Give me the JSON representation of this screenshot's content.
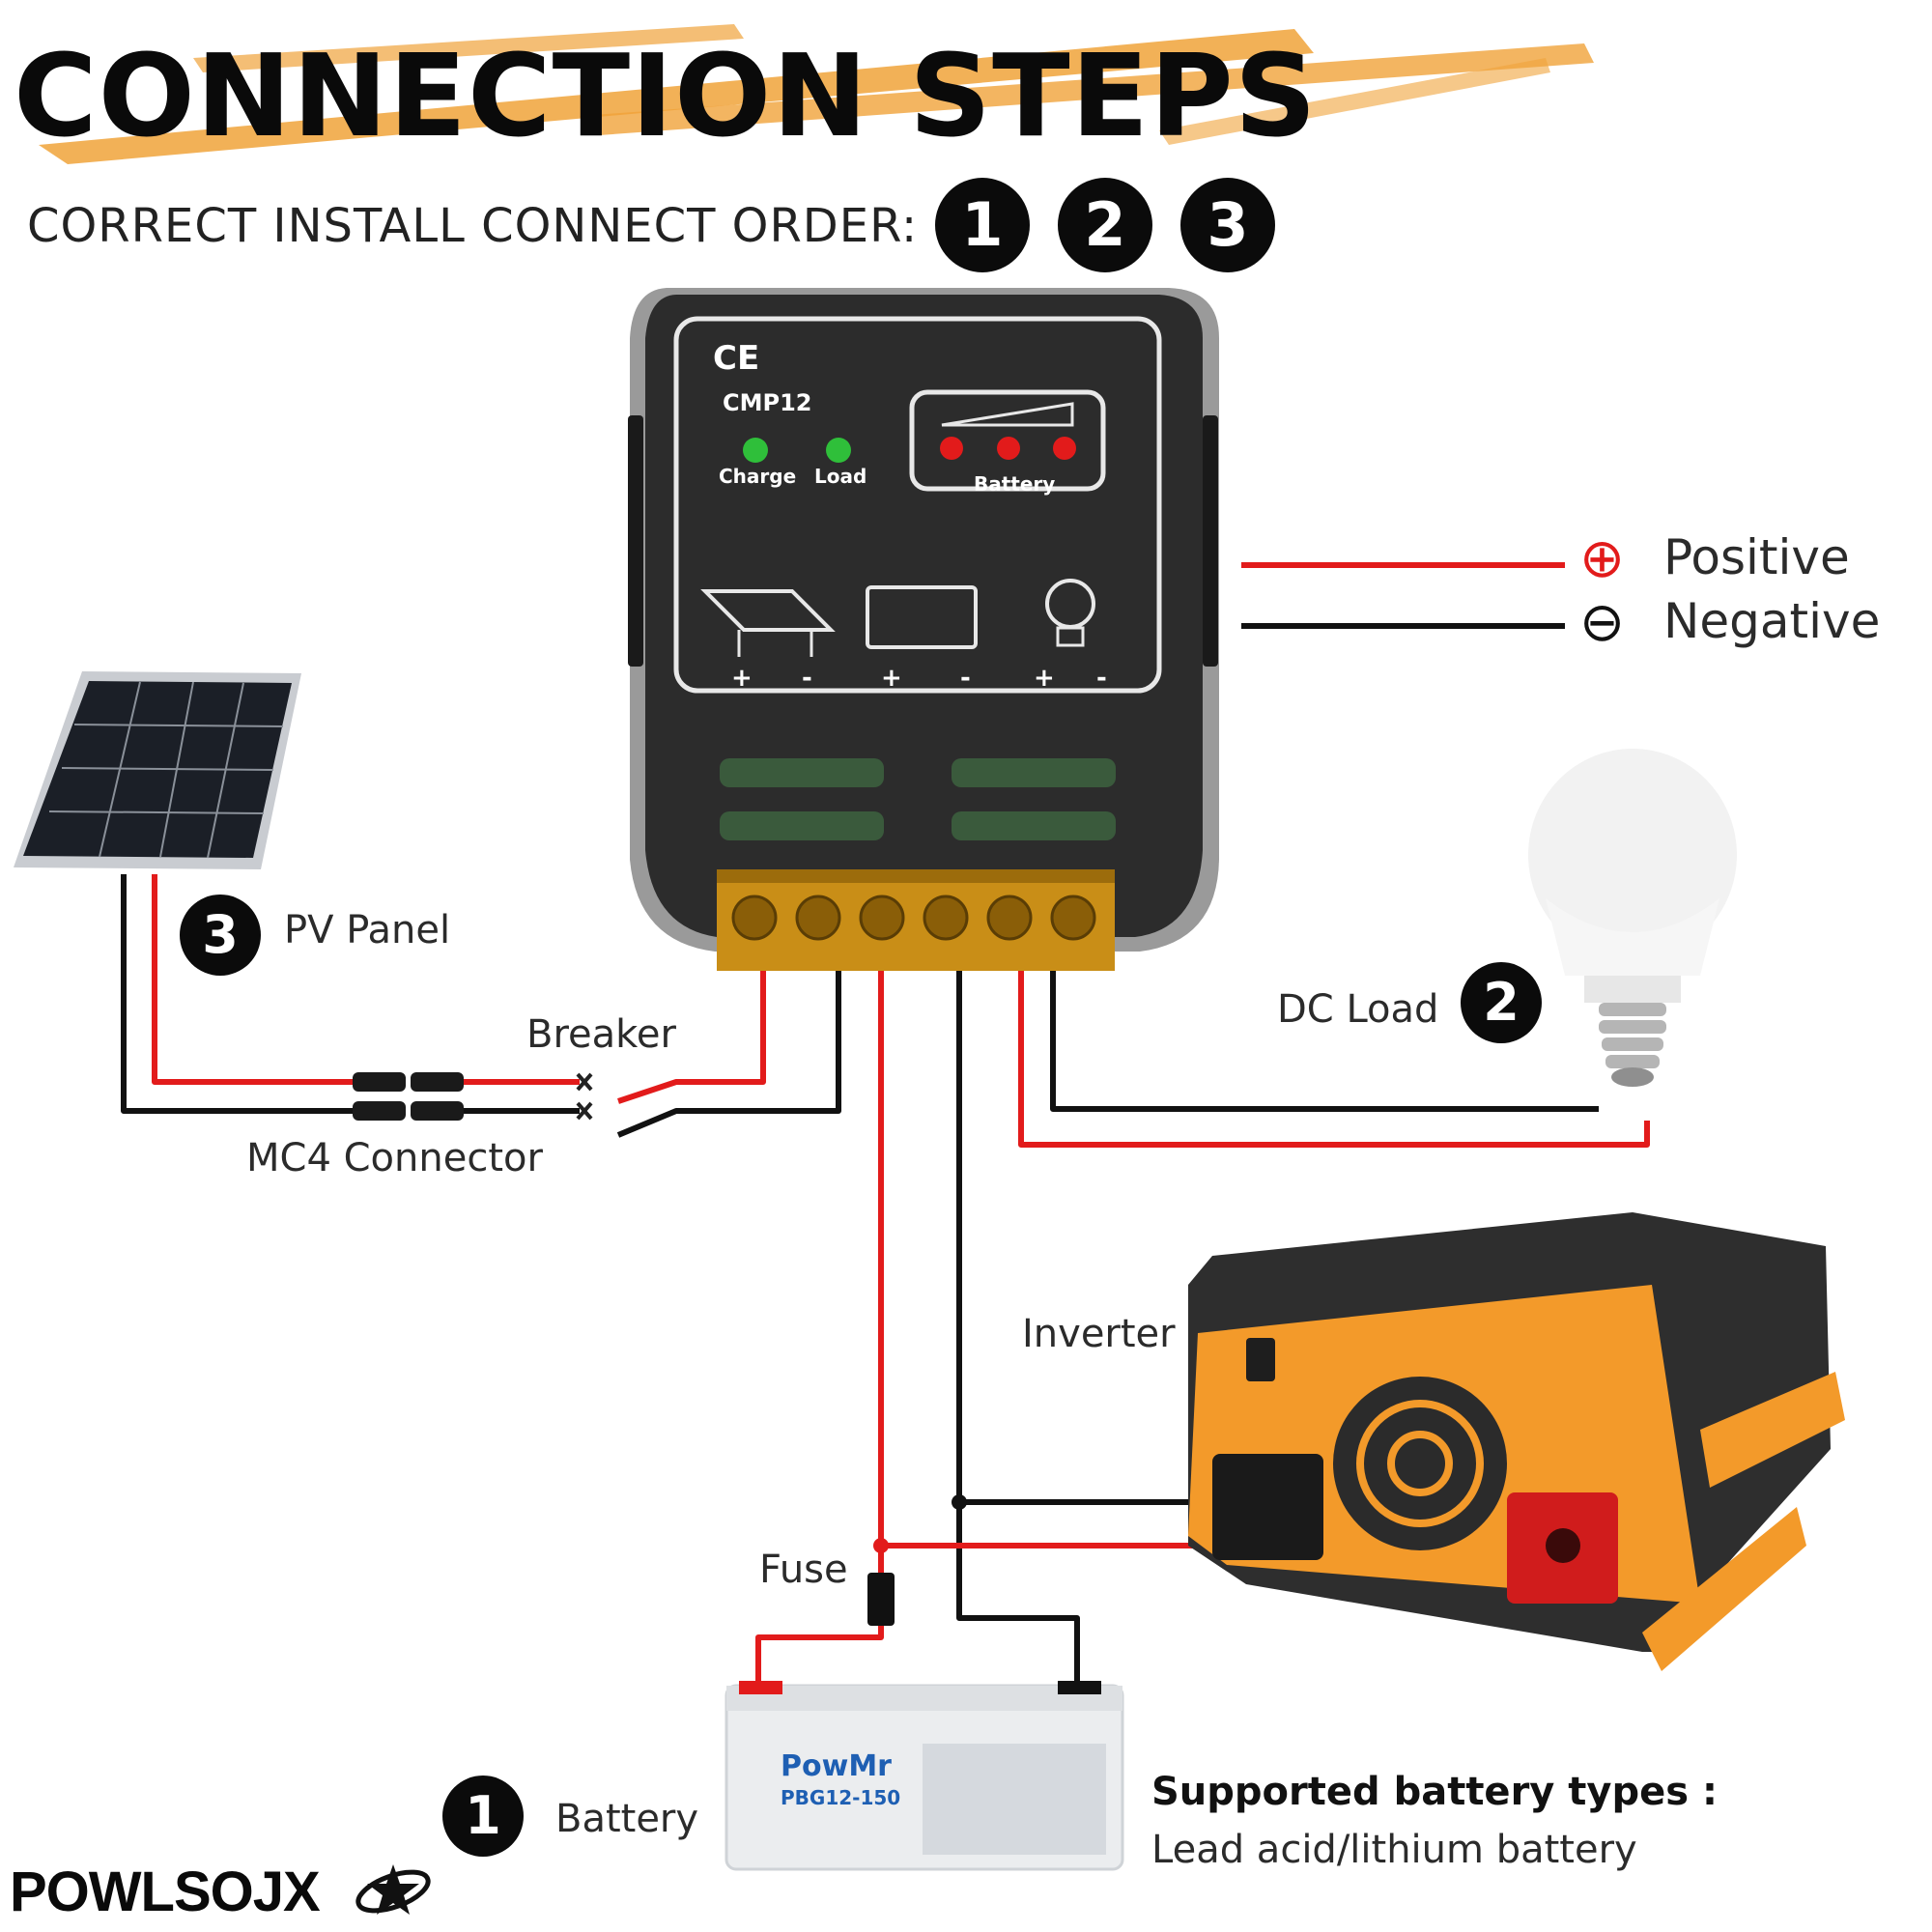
{
  "title": "CONNECTION STEPS",
  "subtitle": "CORRECT INSTALL CONNECT ORDER:",
  "order_badges": [
    "1",
    "2",
    "3"
  ],
  "controller": {
    "ce_mark": "CE",
    "model": "CMP12",
    "indicators": [
      {
        "label": "Charge",
        "color": "#2fbf3a"
      },
      {
        "label": "Load",
        "color": "#2fbf3a"
      },
      {
        "label": "Battery",
        "color": "#e21b1b"
      }
    ],
    "terminal_signs": [
      "+",
      "-",
      "+",
      "-",
      "+",
      "-"
    ]
  },
  "legend": {
    "positive": {
      "symbol": "⊕",
      "label": "Positive",
      "color": "#e21b1b"
    },
    "negative": {
      "symbol": "⊖",
      "label": "Negative",
      "color": "#111111"
    }
  },
  "components": {
    "pv_panel": {
      "step": "3",
      "label": "PV Panel"
    },
    "dc_load": {
      "step": "2",
      "label": "DC Load"
    },
    "battery": {
      "step": "1",
      "label": "Battery",
      "brand": "PowMr",
      "model": "PBG12-150"
    },
    "breaker": {
      "label": "Breaker"
    },
    "mc4": {
      "label": "MC4 Connector"
    },
    "inverter": {
      "label": "Inverter"
    },
    "fuse": {
      "label": "Fuse"
    }
  },
  "supported": {
    "heading": "Supported battery types :",
    "types": "Lead acid/lithium battery"
  },
  "brand": "POWLSOJX",
  "colors": {
    "wire_positive": "#e21b1b",
    "wire_negative": "#111111",
    "accent_orange": "#f0a33a",
    "controller_body": "#2a2a2a"
  }
}
